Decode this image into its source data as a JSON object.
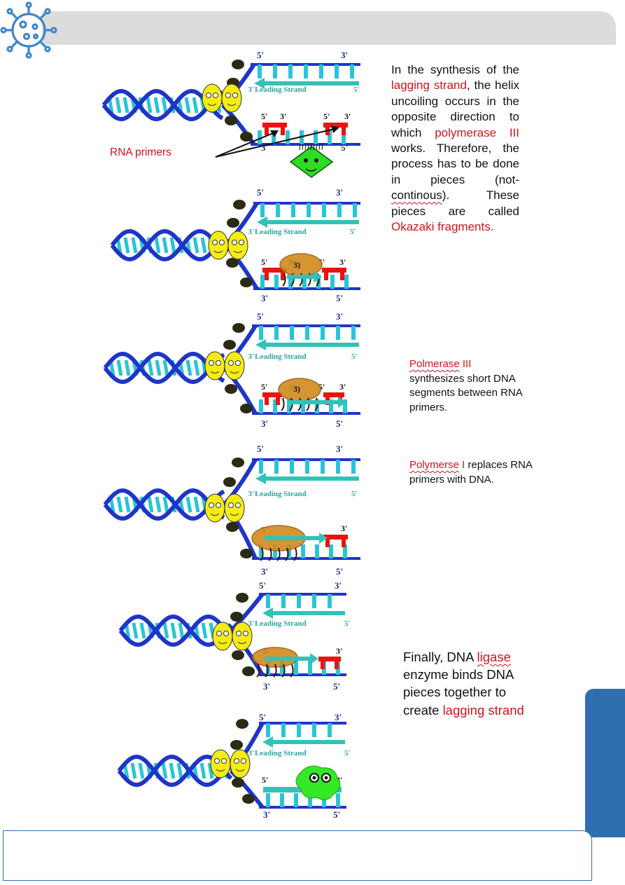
{
  "colors": {
    "header": "#dcdcdc",
    "accent_blue": "#2e6fb0",
    "red": "#d0141c",
    "dna_blue": "#1f35c8",
    "dna_cyan": "#29c4d8",
    "primer_red": "#ee1111",
    "teal_arrow": "#34c2b8",
    "enzyme_yellow": "#f5ec14"
  },
  "icons": {
    "header": "virus-icon"
  },
  "labels": {
    "five_prime": "5'",
    "three_prime": "3'",
    "leading_strand": "Leading Strand",
    "rna_primers": "RNA primers",
    "pol3_tag": "3)"
  },
  "text": {
    "p1": {
      "a": "In the synthesis of the ",
      "b": "lagging strand",
      "c": ", the helix uncoiling occurs in the opposite direction to which ",
      "d": "polymerase III",
      "e": " works. Therefore, the process has to be done in pieces (not-",
      "f": "continous",
      "g": "). These pieces are called ",
      "h": "Okazaki fragments",
      "i": "."
    },
    "p2": {
      "a": "Polmerase",
      "b": " III",
      "c": "synthesizes short DNA segments between RNA primers."
    },
    "p3": {
      "a": "Polymerse",
      "b": " I",
      "c": " replaces RNA primers with DNA."
    },
    "p4": {
      "a": "Finally, DNA ",
      "b": "ligase",
      "c": " enzyme binds DNA pieces together to create ",
      "d": "lagging strand"
    }
  }
}
